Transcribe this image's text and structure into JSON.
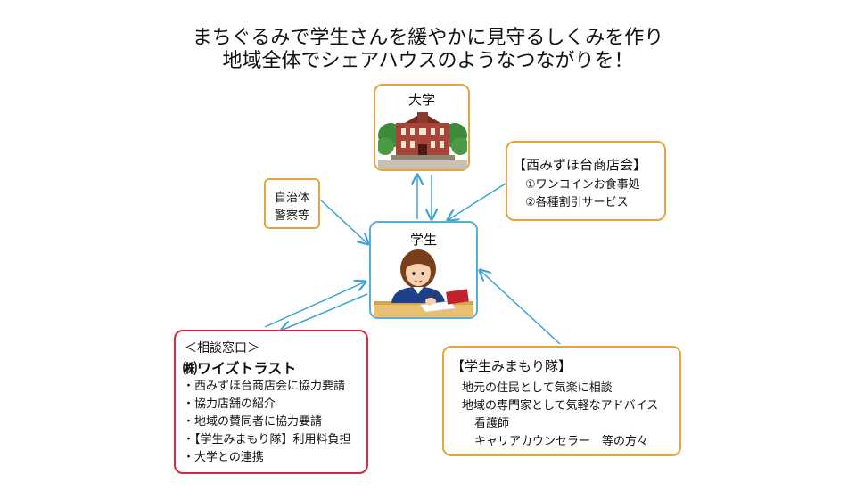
{
  "title": {
    "line1": "まちぐるみで学生さんを緩やかに見守るしくみを作り",
    "line2": "地域全体でシェアハウスのようなつながりを！"
  },
  "university": {
    "label": "大学"
  },
  "student": {
    "label": "学生"
  },
  "municipality": {
    "line1": "自治体",
    "line2": "警察等"
  },
  "shopping_association": {
    "title": "【西みずほ台商店会】",
    "items": [
      "①ワンコインお食事処",
      "②各種割引サービス"
    ]
  },
  "consultation": {
    "header": "＜相談窓口＞",
    "company": "㈱ワイズトラスト",
    "items": [
      "・西みずほ台商店会に協力要請",
      "・協力店舗の紹介",
      "・地域の賛同者に協力要請",
      "・【学生みまもり隊】利用料負担",
      "・大学との連携"
    ]
  },
  "patrol": {
    "title": "【学生みまもり隊】",
    "lines": [
      "地元の住民として気楽に相談",
      "地域の専門家として気軽なアドバイス",
      "看護師",
      "キャリアカウンセラー　等の方々"
    ]
  },
  "colors": {
    "orange": "#e8a33a",
    "blue": "#5aaedc",
    "red": "#d42a3a",
    "arrow": "#3aa3d8"
  }
}
